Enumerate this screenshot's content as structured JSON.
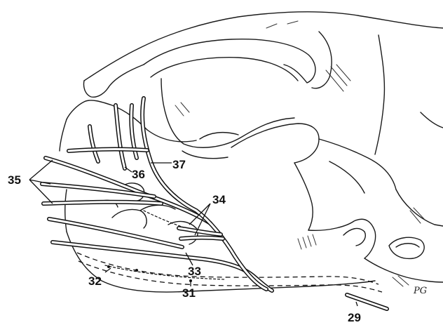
{
  "labels": {
    "l35": "35",
    "l36": "36",
    "l37": "37",
    "l34": "34",
    "l33": "33",
    "l32": "32",
    "l31": "31",
    "l29": "29"
  },
  "signature": "PG"
}
